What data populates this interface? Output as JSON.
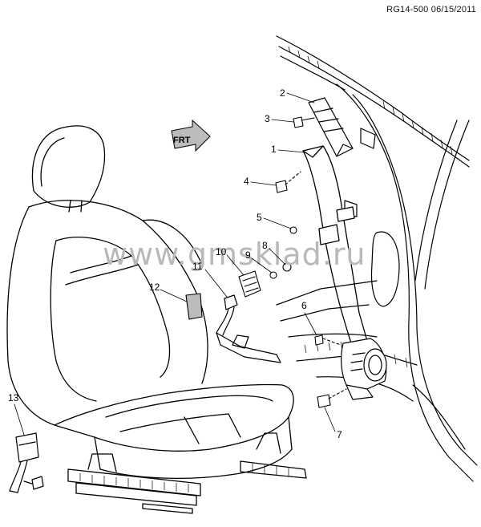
{
  "document_ref": "RG14-500 06/15/2011",
  "watermark": "www.gmsklad.ru",
  "front_arrow_label": "FRT",
  "callouts": [
    {
      "id": "2",
      "label": "2"
    },
    {
      "id": "3",
      "label": "3"
    },
    {
      "id": "1",
      "label": "1"
    },
    {
      "id": "4",
      "label": "4"
    },
    {
      "id": "5",
      "label": "5"
    },
    {
      "id": "8",
      "label": "8"
    },
    {
      "id": "10",
      "label": "10"
    },
    {
      "id": "9",
      "label": "9"
    },
    {
      "id": "11",
      "label": "11"
    },
    {
      "id": "12",
      "label": "12"
    },
    {
      "id": "6",
      "label": "6"
    },
    {
      "id": "7",
      "label": "7"
    },
    {
      "id": "13",
      "label": "13"
    }
  ],
  "colors": {
    "line": "#000000",
    "watermark": "#b9b9b9",
    "shade": "#bcbcbc",
    "background": "#ffffff"
  }
}
